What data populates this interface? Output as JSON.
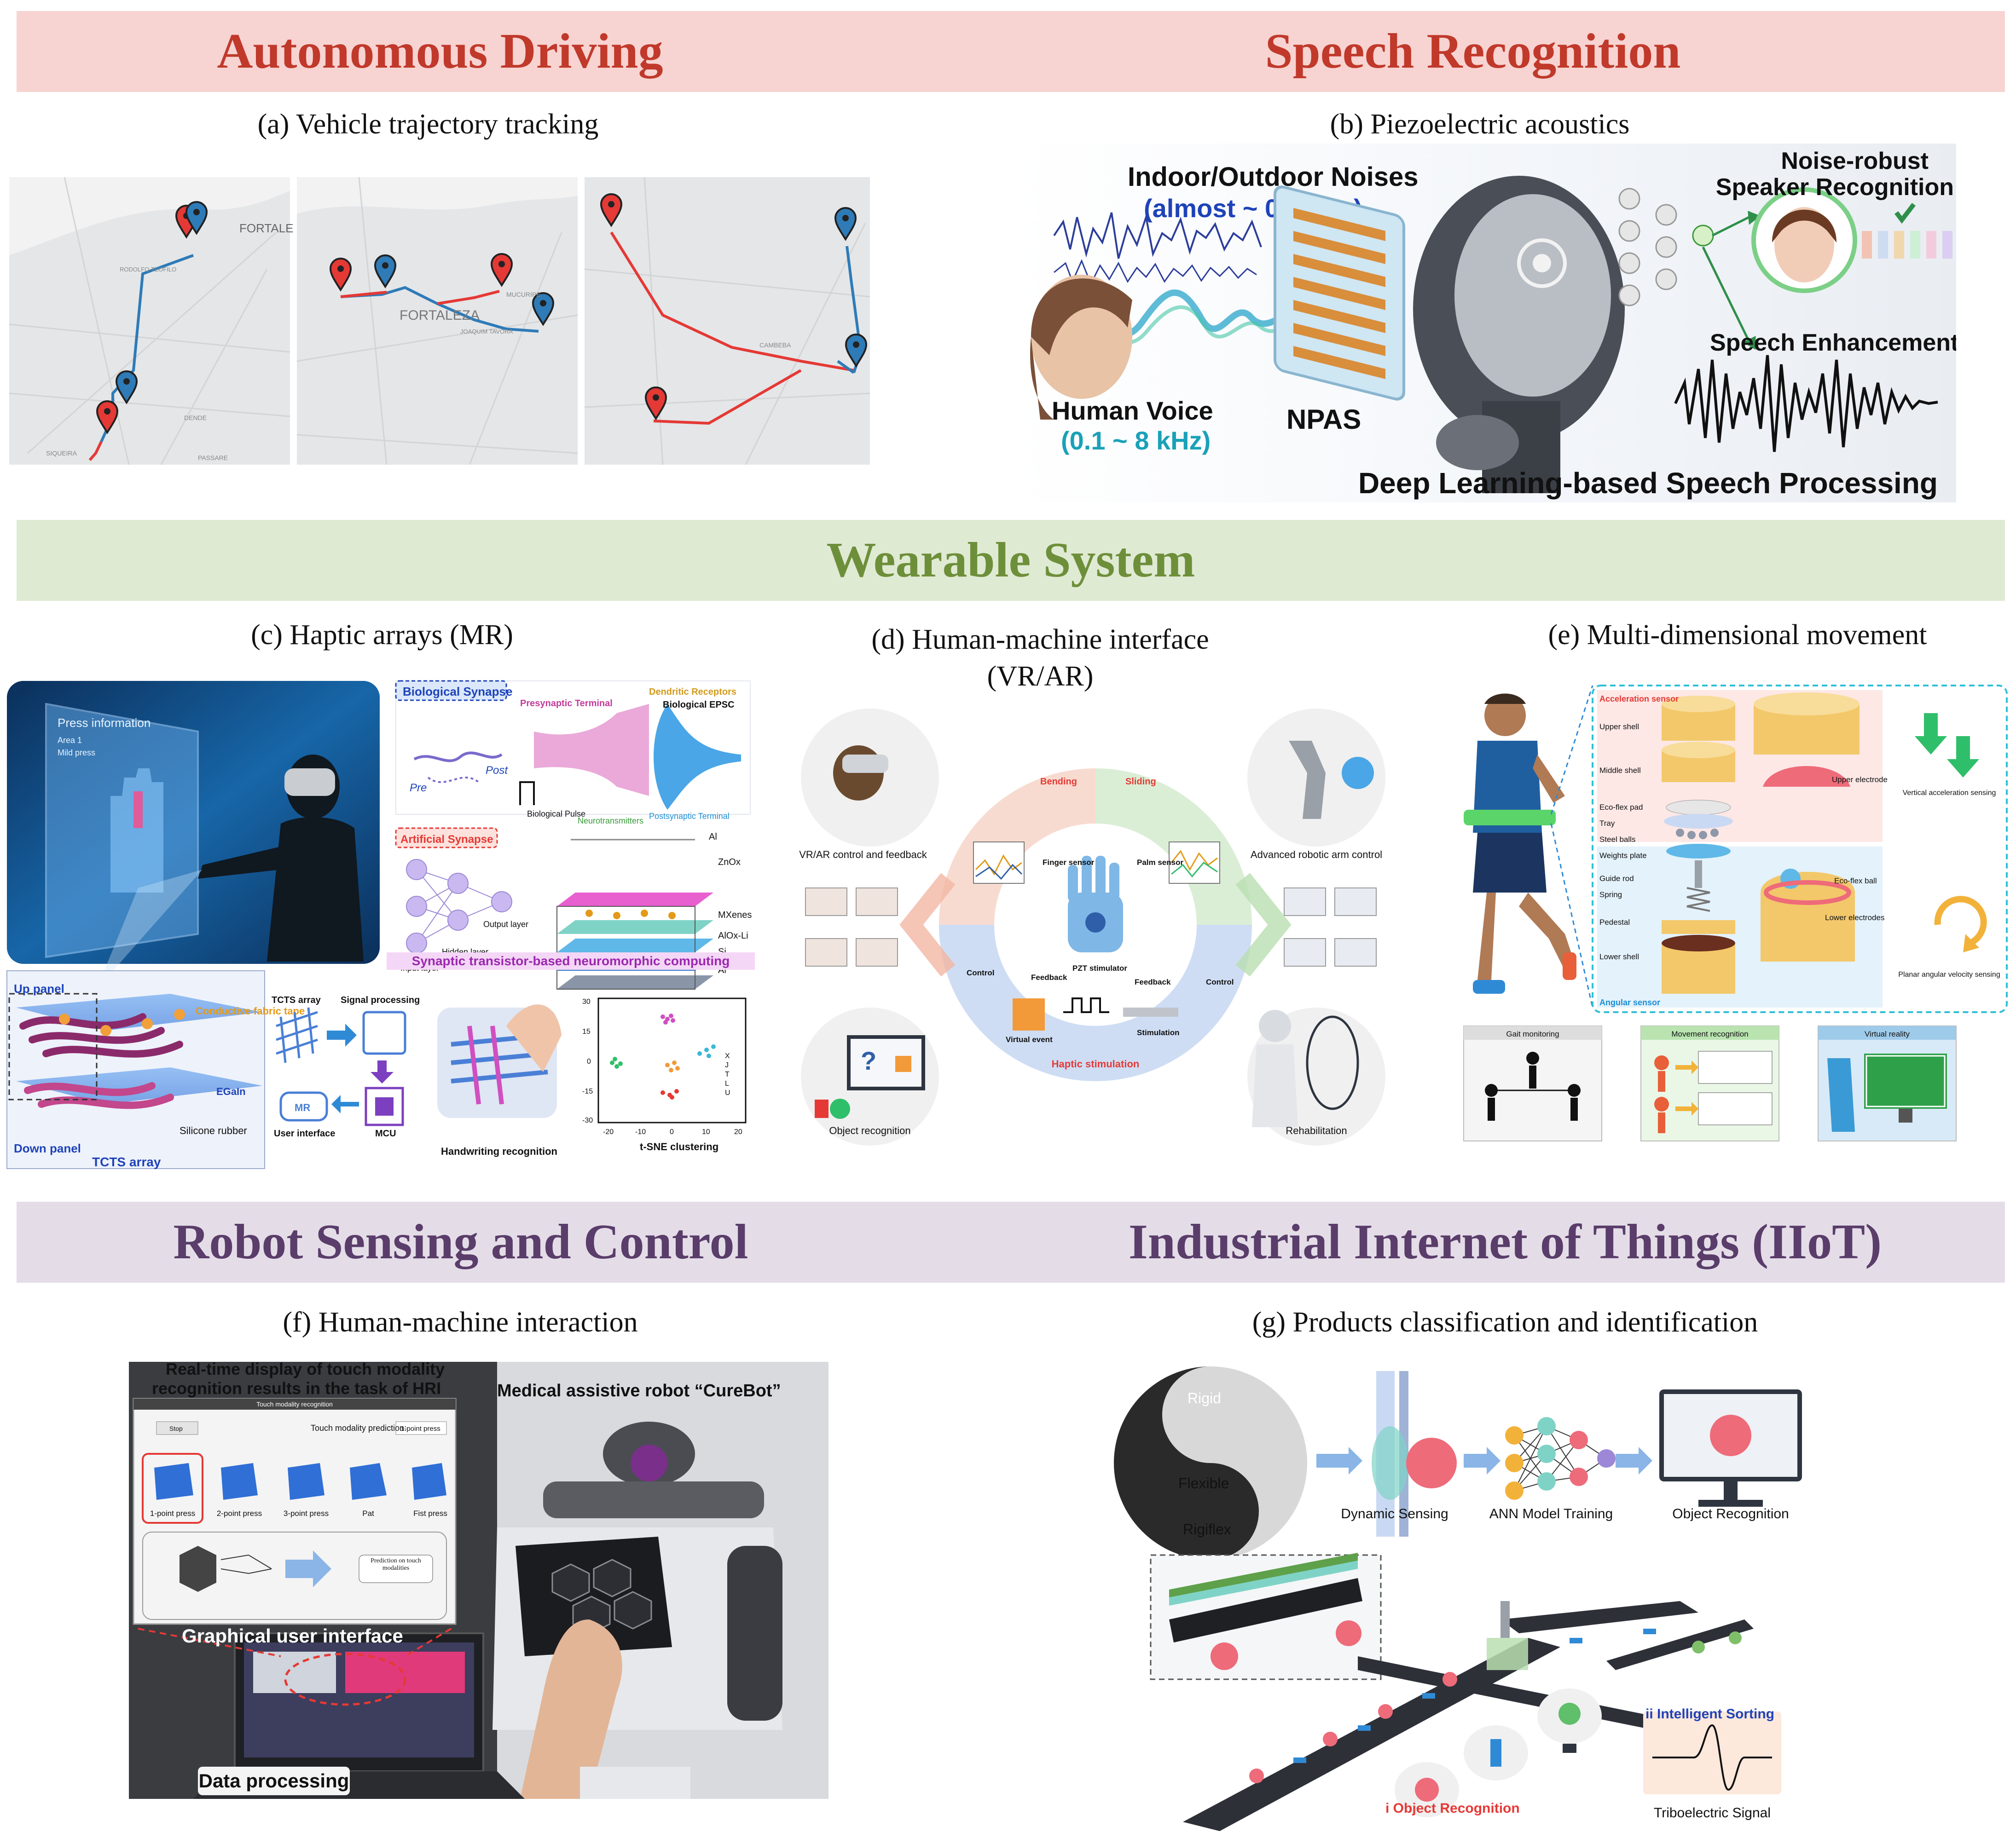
{
  "colors": {
    "red_band": "#f7d3d1",
    "red_text": "#c0392b",
    "green_band": "#dfead3",
    "green_text": "#6e8f3a",
    "purple_band": "#e4dde8",
    "purple_text": "#5a3d6a",
    "route_red": "#e53935",
    "route_blue": "#2e7bb8"
  },
  "sections": {
    "autonomous": "Autonomous Driving",
    "speech": "Speech Recognition",
    "wearable": "Wearable System",
    "robot": "Robot Sensing and Control",
    "iiot": "Industrial Internet of Things (IIoT)"
  },
  "panels": {
    "a": {
      "caption": "(a) Vehicle trajectory tracking",
      "map_labels": [
        "FORTALE",
        "FORTALEZA",
        "DENDE",
        "PASSARE",
        "SIQUEIRA",
        "MUCURIPE",
        "CAMBEBA",
        "JOAQUIM TAVORA",
        "RODOLFO TEOFILO"
      ]
    },
    "b": {
      "caption": "(b) Piezoelectric acoustics",
      "noise_title": "Indoor/Outdoor Noises",
      "noise_range": "(almost ~ 0.1 kHz)",
      "voice_title": "Human Voice",
      "voice_range": "(0.1 ~ 8 kHz)",
      "device": "NPAS",
      "spk_line1": "Noise-robust",
      "spk_line2": "Speaker Recognition",
      "enhance": "Speech Enhancement",
      "bottom": "Deep Learning-based Speech Processing"
    },
    "c": {
      "caption": "(c) Haptic arrays (MR)",
      "screen_title": "Press information",
      "screen_line1": "Area 1",
      "screen_line2": "Mild press",
      "bio_synapse": "Biological Synapse",
      "presyn": "Presynaptic Terminal",
      "dendritic": "Dendritic Receptors",
      "bio_epsc": "Biological EPSC",
      "pre": "Pre",
      "post": "Post",
      "bio_pulse": "Biological Pulse",
      "neurotrans": "Neurotransmitters",
      "postsyn": "Postsynaptic Terminal",
      "art_synapse": "Artificial Synapse",
      "input_layer": "Input layer",
      "hidden_layer": "Hidden layer",
      "output_layer": "Output layer",
      "layers": [
        "Al",
        "ZnOx",
        "MXenes",
        "AlOx-Li",
        "Si",
        "Al"
      ],
      "synaptic_caption": "Synaptic transistor-based neuromorphic computing",
      "up_panel": "Up panel",
      "conductive": "Conductive fabric tape",
      "egain": "EGaIn",
      "silicone": "Silicone rubber",
      "down_panel": "Down panel",
      "tcts_array": "TCTS array",
      "tcts_small": "TCTS array",
      "signal_proc": "Signal processing",
      "user_iface": "User interface",
      "mcu": "MCU",
      "mr": "MR",
      "handwriting": "Handwriting recognition",
      "tsne": "t-SNE clustering",
      "tsne_legend": [
        "X",
        "J",
        "T",
        "L",
        "U"
      ],
      "tsne_xticks": [
        "-20",
        "-10",
        "0",
        "10",
        "20"
      ],
      "tsne_yticks": [
        "30",
        "15",
        "0",
        "-15",
        "-30"
      ]
    },
    "d": {
      "caption_line1": "(d) Human-machine interface",
      "caption_line2": "(VR/AR)",
      "vr_ar": "VR/AR control and feedback",
      "robot_arm": "Advanced robotic arm control",
      "object_rec": "Object recognition",
      "rehab": "Rehabilitation",
      "bending": "Bending",
      "sliding": "Sliding",
      "finger_sensor": "Finger sensor",
      "palm_sensor": "Palm sensor",
      "pzt": "PZT stimulator",
      "feedback_l": "Feedback",
      "feedback_r": "Feedback",
      "control_l": "Control",
      "control_r": "Control",
      "virtual_event": "Virtual event",
      "stimulation": "Stimulation",
      "haptic_stim": "Haptic stimulation"
    },
    "e": {
      "caption": "(e) Multi-dimensional movement",
      "accel_sensor": "Acceleration sensor",
      "parts": [
        "Upper shell",
        "Middle shell",
        "Eco-flex pad",
        "Tray",
        "Steel balls",
        "Weights plate",
        "Guide rod",
        "Spring",
        "Pedestal",
        "Lower shell"
      ],
      "upper_electrode": "Upper electrode",
      "ecoflex_ball": "Eco-flex ball",
      "lower_electrodes": "Lower electrodes",
      "angular_sensor": "Angular sensor",
      "vertical": "Vertical acceleration sensing",
      "planar": "Planar angular velocity sensing",
      "gait": "Gait monitoring",
      "movement": "Movement recognition",
      "vr": "Virtual reality"
    },
    "f": {
      "caption": "(f) Human-machine interaction",
      "rt_line1": "Real-time display of touch modality",
      "rt_line2": "recognition results in the task of HRI",
      "window_title": "Touch modality recognition",
      "stop": "Stop",
      "prediction_label": "Touch modality prediction:",
      "prediction_value": "1-point press",
      "modalities": [
        "1-point press",
        "2-point press",
        "3-point press",
        "Pat",
        "Fist press"
      ],
      "pred_box": "Prediction on touch modalities",
      "gui": "Graphical user interface",
      "robot_label": "Medical assistive robot “CureBot”",
      "data_proc": "Data processing"
    },
    "g": {
      "caption": "(g) Products classification and identification",
      "rigid": "Rigid",
      "flexible": "Flexible",
      "rigiflex": "Rigiflex",
      "dyn_sensing": "Dynamic Sensing",
      "ann": "ANN Model Training",
      "obj_rec": "Object Recognition",
      "sorting": "ii  Intelligent Sorting",
      "obj_rec_i": "i  Object Recognition",
      "tribo": "Triboelectric Signal"
    }
  }
}
